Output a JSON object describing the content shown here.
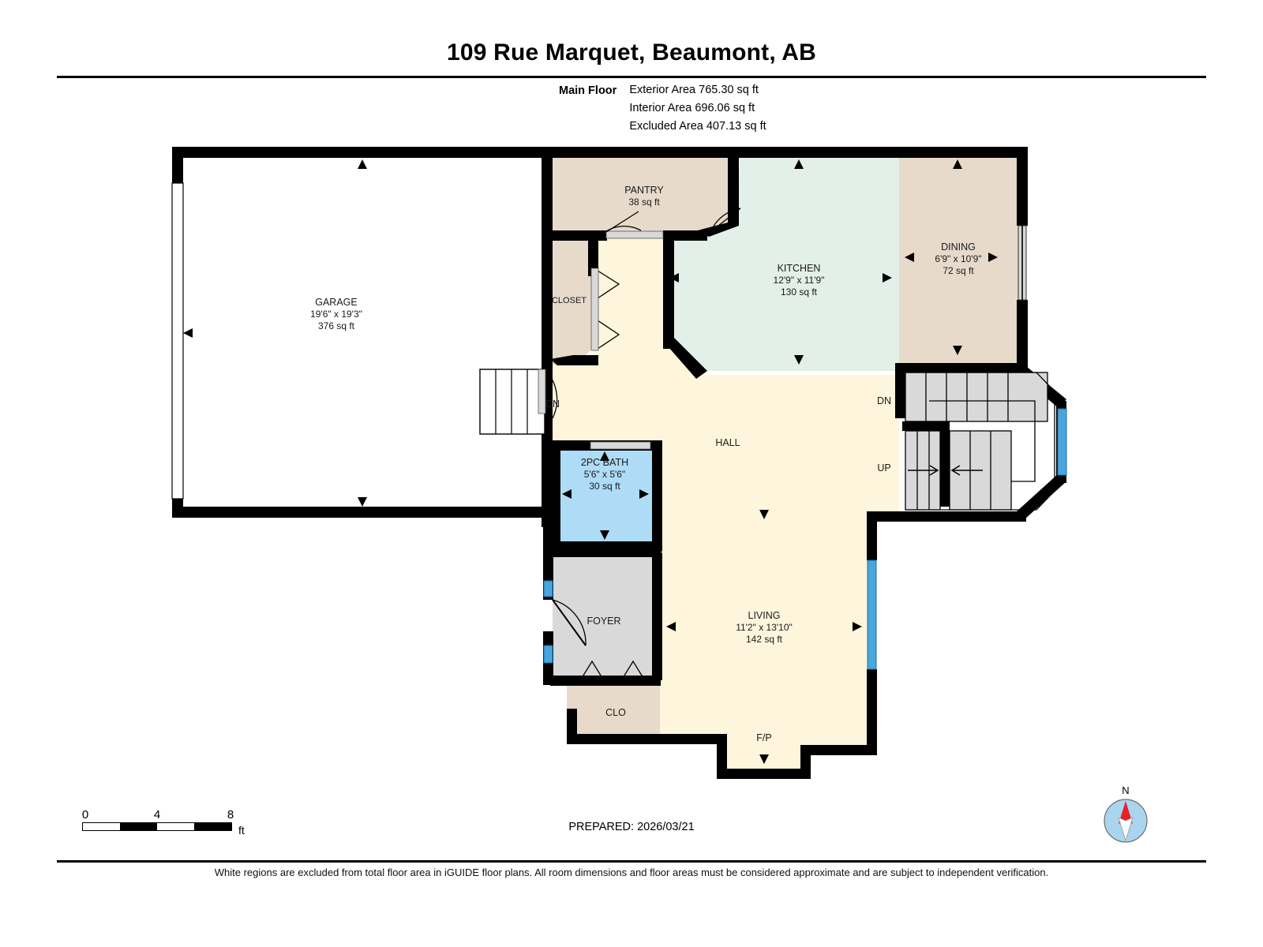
{
  "header": {
    "title": "109 Rue Marquet, Beaumont, AB",
    "floor_label": "Main Floor",
    "areas": [
      "Exterior Area 765.30 sq ft",
      "Interior Area 696.06 sq ft",
      "Excluded Area 407.13 sq ft"
    ]
  },
  "rooms": {
    "garage": {
      "name": "GARAGE",
      "dim": "19'6\" x 19'3\"",
      "area": "376 sq ft"
    },
    "pantry": {
      "name": "PANTRY",
      "dim": "",
      "area": "38 sq ft"
    },
    "closet": {
      "name": "CLOSET",
      "dim": "",
      "area": ""
    },
    "kitchen": {
      "name": "KITCHEN",
      "dim": "12'9\" x 11'9\"",
      "area": "130 sq ft"
    },
    "dining": {
      "name": "DINING",
      "dim": "6'9\" x 10'9\"",
      "area": "72 sq ft"
    },
    "hall": {
      "name": "HALL",
      "dim": "",
      "area": ""
    },
    "bath": {
      "name": "2PC BATH",
      "dim": "5'6\" x 5'6\"",
      "area": "30 sq ft"
    },
    "foyer": {
      "name": "FOYER",
      "dim": "",
      "area": ""
    },
    "clo": {
      "name": "CLO",
      "dim": "",
      "area": ""
    },
    "living": {
      "name": "LIVING",
      "dim": "11'2\" x 13'10\"",
      "area": "142 sq ft"
    },
    "fireplace": {
      "name": "F/P",
      "dim": "",
      "area": ""
    }
  },
  "stairs": {
    "dn_garage": "DN",
    "dn_main": "DN",
    "up_main": "UP"
  },
  "scale": {
    "ticks": [
      "0",
      "4",
      "8"
    ],
    "unit": "ft"
  },
  "prepared": "PREPARED: 2026/03/21",
  "compass": {
    "label": "N"
  },
  "disclaimer": "White regions are excluded from total floor area in iGUIDE floor plans. All room dimensions and floor areas must be considered approximate and are subject to independent verification.",
  "colors": {
    "wall": "#000000",
    "hall_living": "#FDF5DC",
    "kitchen": "#E3EFE9",
    "dining_pantry_closet": "#E7DACB",
    "bath": "#AEDCF7",
    "foyer_stairs": "#D9D9D9",
    "window": "#4AA5DC",
    "excluded": "#FFFFFF",
    "compass_disc": "#A9D5EE",
    "compass_needle": "#E8202A"
  }
}
